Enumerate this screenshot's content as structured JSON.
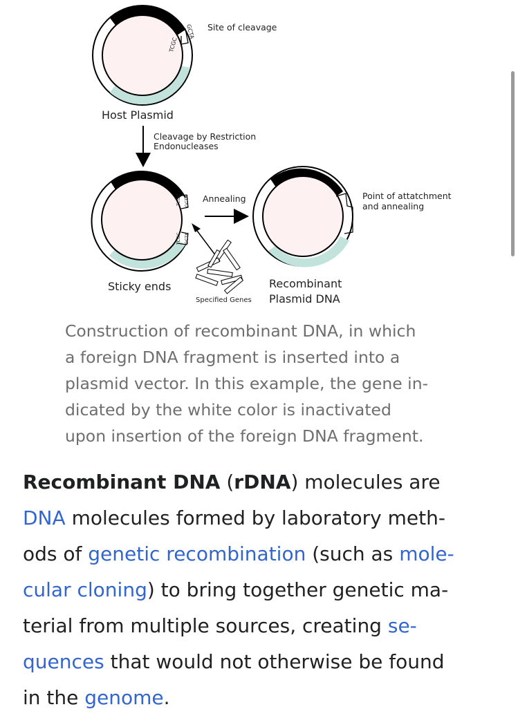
{
  "figure": {
    "host_plasmid_label": "Host Plasmid",
    "site_label": "Site of cleavage",
    "cleavage_label_line1": "Cleavage by Restriction",
    "cleavage_label_line2": "Endonucleases",
    "annealing_label": "Annealing",
    "attachment_line1": "Point of attatchment",
    "attachment_line2": "and annealing",
    "sticky_ends_label": "Sticky ends",
    "specified_genes_label": "Specified Genes",
    "recombinant_line1": "Recombinant",
    "recombinant_line2": "Plasmid DNA",
    "seq_left": "TCGC",
    "seq_right": "GCTA",
    "colors": {
      "inner": "#fdf1f1",
      "teal": "#c2e2dc",
      "black": "#000000"
    }
  },
  "caption": {
    "lines": [
      "Construction of recombinant DNA, in which",
      "a foreign DNA fragment is inserted into a",
      "plasmid vector. In this example, the gene in-",
      "dicated by the white color is inactivated",
      "upon insertion of the foreign DNA fragment."
    ]
  },
  "paragraph": {
    "bold_term": "Recombinant DNA",
    "open_paren": " (",
    "bold_abbr": "rDNA",
    "l1_rest": ") molecules are",
    "link_dna": "DNA",
    "l2_rest": " molecules formed by laboratory meth-",
    "l3_start": "ods of ",
    "link_genetic_recombination": "genetic recombination",
    "l3_mid": " (such as ",
    "link_mole": "mole-",
    "link_cular_cloning": "cular cloning",
    "l4_rest": ") to bring together genetic ma-",
    "l5_start": "terial from multiple sources, creating ",
    "link_se": "se-",
    "link_quences": "quences",
    "l6_rest": " that would not otherwise be found",
    "l7_start": "in the ",
    "link_genome": "genome",
    "l7_end": "."
  }
}
